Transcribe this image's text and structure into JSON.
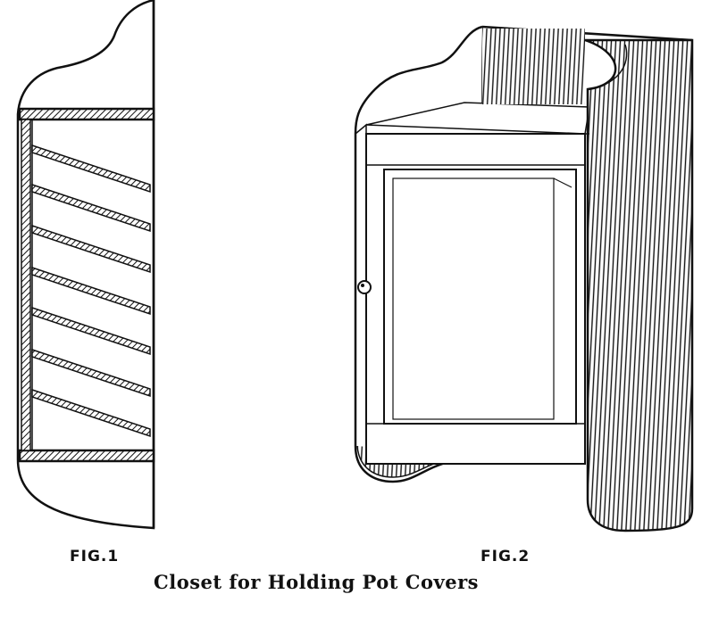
{
  "figures": {
    "fig1_label": "FIG.1",
    "fig2_label": "FIG.2"
  },
  "caption": "Closet for Holding Pot Covers"
}
